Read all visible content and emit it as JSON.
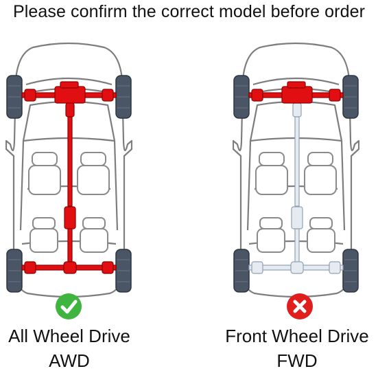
{
  "heading": "Please confirm the correct model before order",
  "panels": [
    {
      "name": "All Wheel Drive",
      "code": "AWD",
      "status_icon": "check-icon",
      "status_color": "#3fb53f",
      "drivetrain_color": "#e10f12"
    },
    {
      "name": "Front Wheel Drive",
      "code": "FWD",
      "status_icon": "x-icon",
      "status_color": "#e01e1e",
      "drivetrain_color": "#e10f12"
    }
  ]
}
